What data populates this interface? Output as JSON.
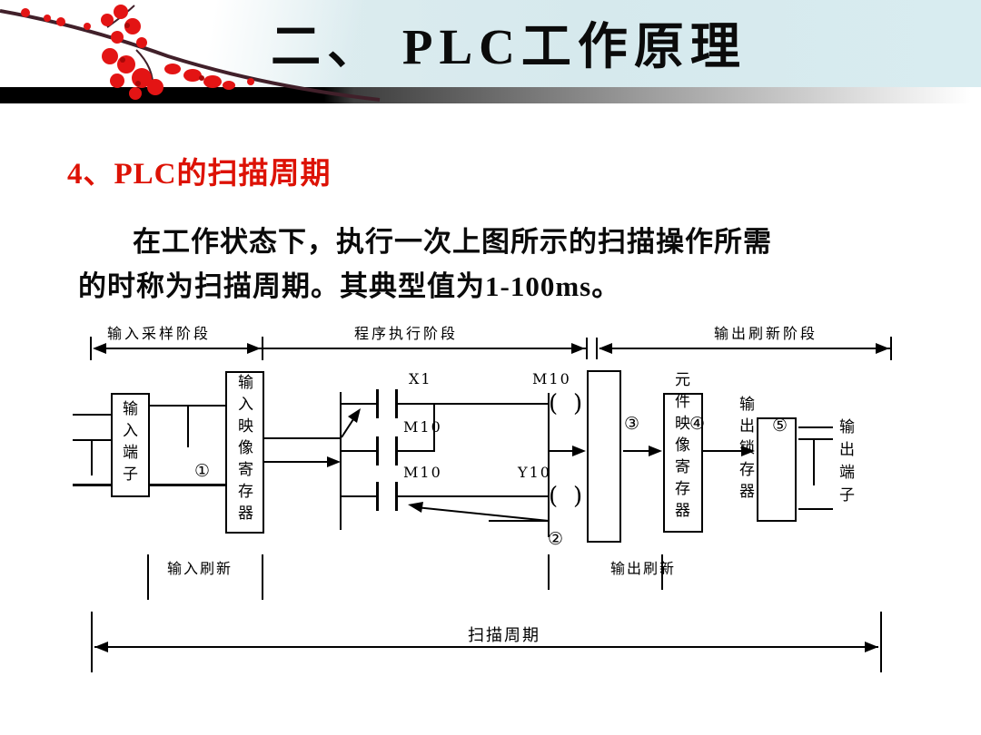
{
  "slide": {
    "title": "二、 PLC工作原理",
    "section_heading": "4、PLC的扫描周期",
    "body_line1": "在工作状态下，执行一次上图所示的扫描操作所需",
    "body_line2": "的时称为扫描周期。其典型值为1-100ms。",
    "colors": {
      "heading_red": "#dd1205",
      "header_blue": "#d6e9ed",
      "blossom_red": "#e31414",
      "line_black": "#000000"
    }
  },
  "diagram": {
    "phase_labels": {
      "input_sampling": "输入采样阶段",
      "program_execution": "程序执行阶段",
      "output_refresh": "输出刷新阶段"
    },
    "boxes": {
      "input_terminal": "输入端子",
      "input_image_register": "输入映像寄存器",
      "element_image_register": "元件映像寄存器",
      "output_latch": "输出锁存器",
      "output_terminal": "输出端子"
    },
    "ladder": {
      "contact1_label": "X1",
      "contact2_label": "M10",
      "contact3_label": "M10",
      "coil1_label": "M10",
      "coil2_label": "Y10",
      "paren_open": "(",
      "paren_close": ")"
    },
    "step_markers": {
      "s1": "①",
      "s2": "②",
      "s3": "③",
      "s4": "④",
      "s5": "⑤"
    },
    "measure_labels": {
      "input_refresh": "输入刷新",
      "output_refresh": "输出刷新",
      "scan_cycle": "扫描周期"
    }
  }
}
